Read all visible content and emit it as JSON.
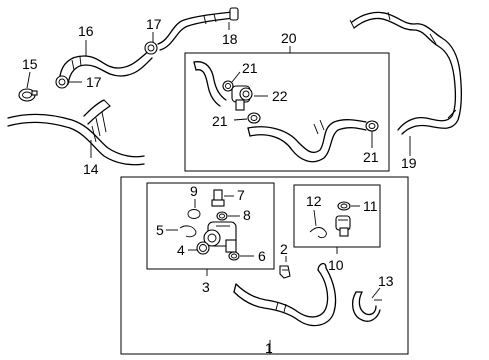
{
  "callouts": {
    "c1": "1",
    "c2": "2",
    "c3": "3",
    "c4": "4",
    "c5": "5",
    "c6": "6",
    "c7": "7",
    "c8": "8",
    "c9": "9",
    "c10": "10",
    "c11": "11",
    "c12": "12",
    "c13": "13",
    "c14": "14",
    "c15": "15",
    "c16": "16",
    "c17a": "17",
    "c17b": "17",
    "c18": "18",
    "c19": "19",
    "c20": "20",
    "c21a": "21",
    "c21b": "21",
    "c21c": "21",
    "c22": "22"
  }
}
